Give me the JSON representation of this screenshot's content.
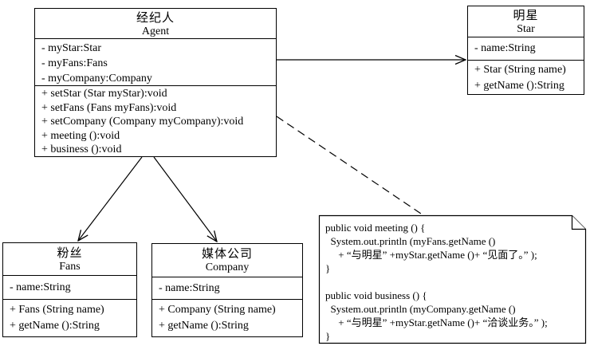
{
  "diagram": {
    "kind": "uml-class-diagram",
    "classes": [
      {
        "id": "agent",
        "name_zh": "经纪人",
        "name_en": "Agent",
        "attributes": [
          "- myStar:Star",
          "- myFans:Fans",
          "- myCompany:Company"
        ],
        "methods": [
          "+ setStar (Star myStar):void",
          "+ setFans (Fans myFans):void",
          "+ setCompany (Company myCompany):void",
          "+ meeting ():void",
          "+ business ():void"
        ]
      },
      {
        "id": "star",
        "name_zh": "明星",
        "name_en": "Star",
        "attributes": [
          "- name:String"
        ],
        "methods": [
          "+ Star (String name)",
          "+ getName ():String"
        ]
      },
      {
        "id": "fans",
        "name_zh": "粉丝",
        "name_en": "Fans",
        "attributes": [
          "- name:String"
        ],
        "methods": [
          "+ Fans (String name)",
          "+ getName ():String"
        ]
      },
      {
        "id": "company",
        "name_zh": "媒体公司",
        "name_en": "Company",
        "attributes": [
          "- name:String"
        ],
        "methods": [
          "+ Company (String name)",
          "+ getName ():String"
        ]
      }
    ],
    "note": {
      "lines": [
        "public void meeting () {",
        "  System.out.println (myFans.getName ()",
        "     + “与明星” +myStar.getName ()+ “见面了。” );",
        "}",
        "",
        "public void business () {",
        "  System.out.println (myCompany.getName ()",
        "     + “与明星” +myStar.getName ()+ “洽谈业务。” );",
        "}"
      ]
    },
    "relations": [
      {
        "from": "Agent",
        "to": "Star",
        "type": "association",
        "style": "solid",
        "arrowhead": "open"
      },
      {
        "from": "Agent",
        "to": "Fans",
        "type": "association",
        "style": "solid",
        "arrowhead": "open"
      },
      {
        "from": "Agent",
        "to": "Company",
        "type": "association",
        "style": "solid",
        "arrowhead": "open"
      },
      {
        "from": "Agent",
        "to": "note",
        "type": "note-anchor",
        "style": "dashed",
        "arrowhead": "none"
      }
    ],
    "colors": {
      "stroke": "#000000",
      "background": "#ffffff",
      "text": "#000000"
    }
  }
}
